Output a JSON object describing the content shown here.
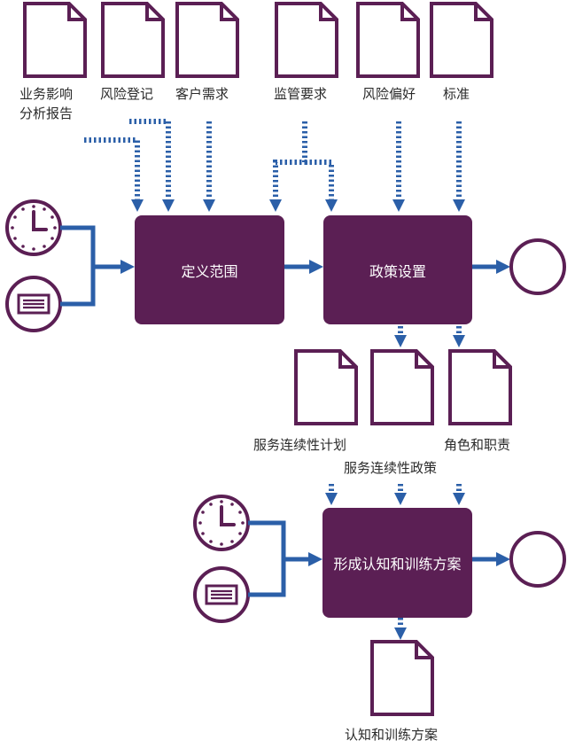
{
  "inputs": {
    "bia": [
      "业务影响",
      "分析报告"
    ],
    "risk_register": "风险登记",
    "customer_needs": "客户需求",
    "regulatory": "监管要求",
    "risk_appetite": "风险偏好",
    "standards": "标准"
  },
  "processes": {
    "define_scope": "定义范围",
    "policy_setting": "政策设置",
    "awareness_training": "形成认知和训练方案"
  },
  "outputs": {
    "bc_plan": "服务连续性计划",
    "bc_policy": "服务连续性政策",
    "roles": "角色和职责",
    "awareness_plan": "认知和训练方案"
  },
  "colors": {
    "process": "#5b1f54",
    "arrow": "#2b5fa8",
    "outline": "#5b1f54"
  }
}
